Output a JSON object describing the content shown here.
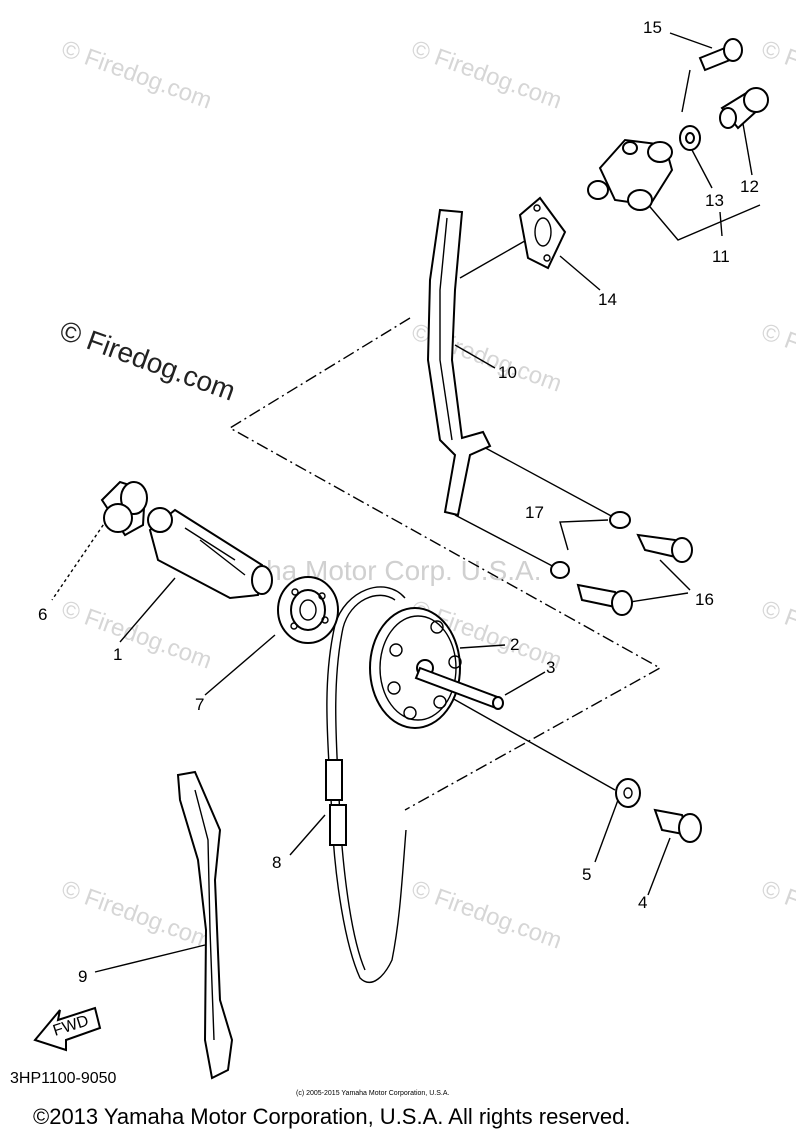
{
  "watermarks": {
    "text": "© Firedog.com",
    "center_text": "Yamaha Motor Corp. U.S.A."
  },
  "callouts": [
    {
      "id": "15",
      "text": "15"
    },
    {
      "id": "12",
      "text": "12"
    },
    {
      "id": "13",
      "text": "13"
    },
    {
      "id": "11",
      "text": "11"
    },
    {
      "id": "14",
      "text": "14"
    },
    {
      "id": "10",
      "text": "10"
    },
    {
      "id": "17",
      "text": "17"
    },
    {
      "id": "16",
      "text": "16"
    },
    {
      "id": "6",
      "text": "6"
    },
    {
      "id": "1",
      "text": "1"
    },
    {
      "id": "7",
      "text": "7"
    },
    {
      "id": "2",
      "text": "2"
    },
    {
      "id": "3",
      "text": "3"
    },
    {
      "id": "8",
      "text": "8"
    },
    {
      "id": "5",
      "text": "5"
    },
    {
      "id": "4",
      "text": "4"
    },
    {
      "id": "9",
      "text": "9"
    }
  ],
  "fwd_label": "FWD",
  "drawing_code": "3HP1100-9050",
  "small_copyright": "(c) 2005-2015 Yamaha Motor Corporation, U.S.A.",
  "footer_copyright": "©2013 Yamaha Motor Corporation, U.S.A. All rights reserved."
}
